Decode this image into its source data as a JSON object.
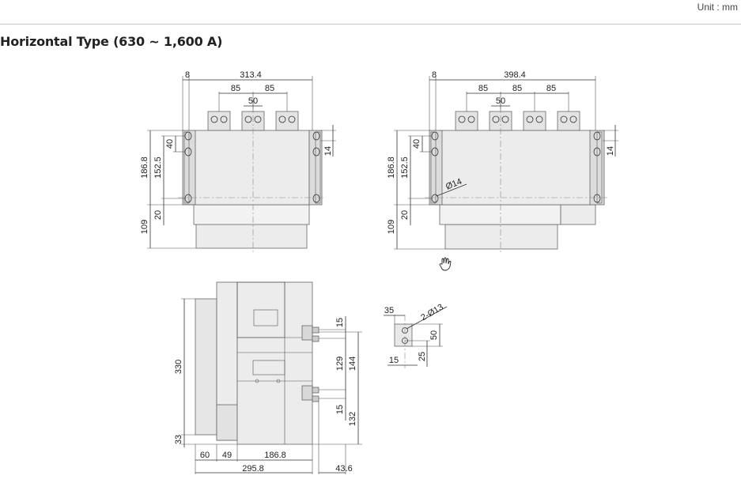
{
  "header": {
    "unit_label": "Unit : mm"
  },
  "section": {
    "title": "Horizontal Type (630 ~ 1,600 A)"
  },
  "colors": {
    "body_fill": "#ececec",
    "body_dark": "#dcdcdc",
    "line": "#333333"
  },
  "icons": {
    "cursor": "hand-cursor-icon"
  },
  "dims": {
    "front3": {
      "w8": "8",
      "w313": "313.4",
      "p85a": "85",
      "p85b": "85",
      "p50": "50",
      "v40": "40",
      "v186": "186.8",
      "v152": "152.5",
      "v14": "14",
      "v20": "20",
      "v109": "109"
    },
    "front4": {
      "w8": "8",
      "w398": "398.4",
      "p85a": "85",
      "p85b": "85",
      "p85c": "85",
      "p50": "50",
      "v40": "40",
      "v186": "186.8",
      "v152": "152.5",
      "v14": "14",
      "hole": "Ø14",
      "v20": "20",
      "v109": "109"
    },
    "side": {
      "v330": "330",
      "v33": "33",
      "v15a": "15",
      "v129": "129",
      "v144": "144",
      "v15b": "15",
      "v132": "132",
      "h60": "60",
      "h49": "49",
      "h186": "186.8",
      "h295": "295.8",
      "h43": "43.6"
    },
    "term": {
      "t35": "35",
      "t2013": "2-Ø13",
      "t50": "50",
      "t25": "25",
      "t15": "15"
    }
  }
}
